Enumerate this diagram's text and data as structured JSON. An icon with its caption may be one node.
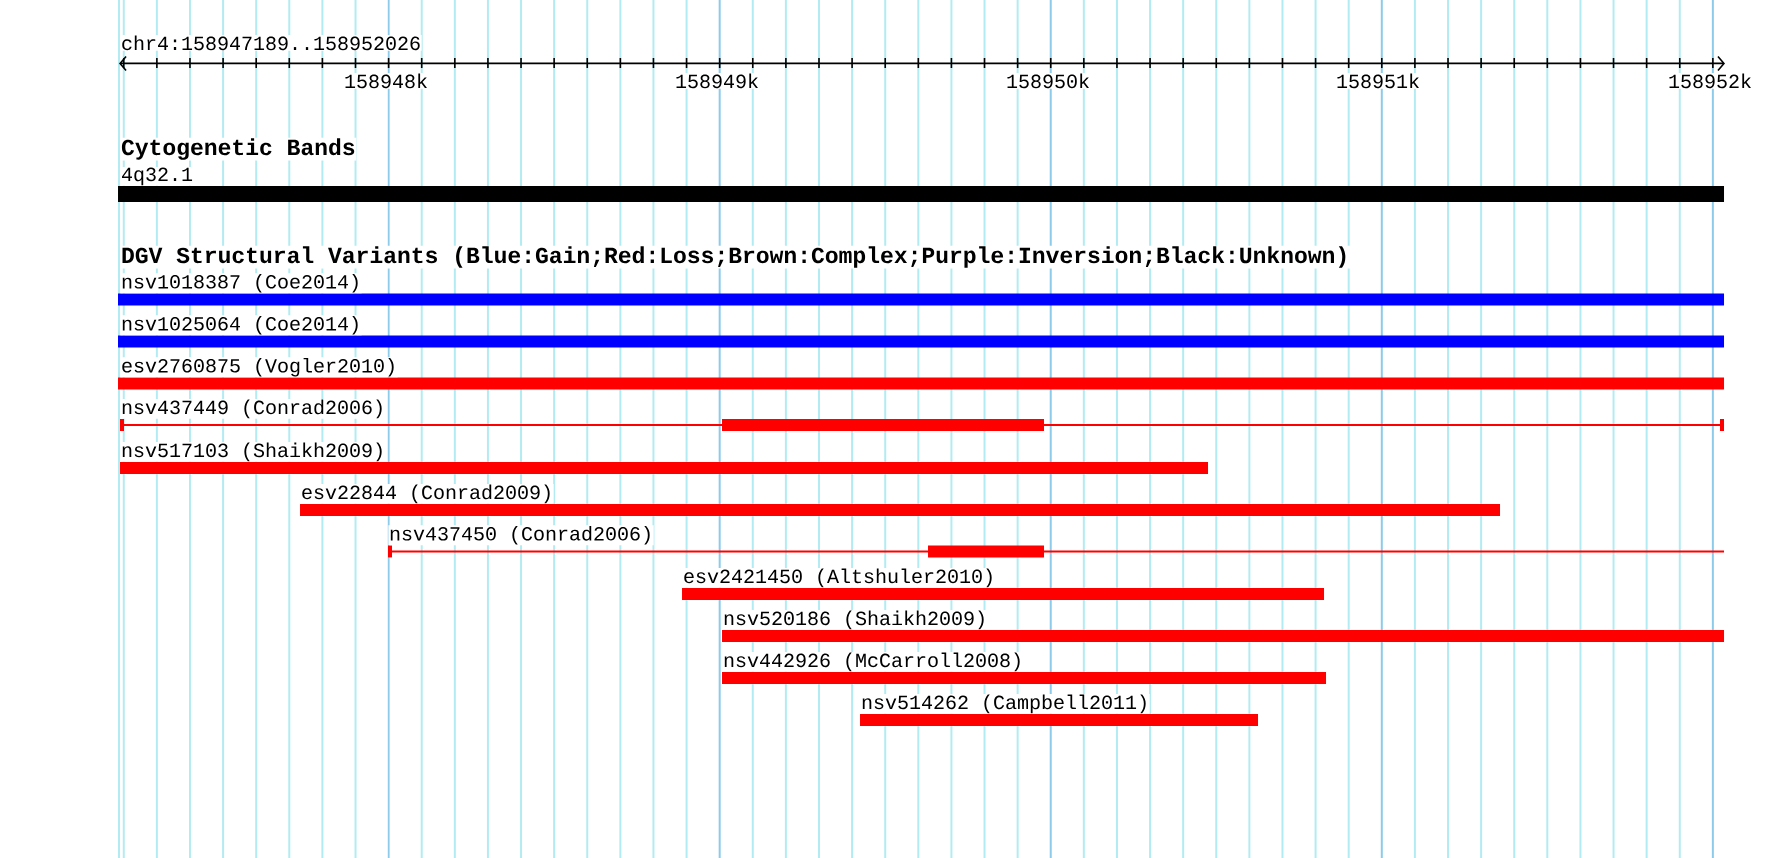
{
  "diagram": {
    "nodes": [
      {
        "text": [
          "Cytogenetic Bands",
          "4q32.1"
        ]
      },
      {
        "text": [
          "nsv1018387 (Coe2014)"
        ]
      },
      {
        "text": [
          "nsv1025064 (Coe2014)"
        ]
      },
      {
        "text": [
          "esv2760875 (Vogler2010)"
        ]
      },
      {
        "text": [
          "nsv437449 (Conrad2006)"
        ]
      },
      {
        "text": [
          "nsv517103 (Shaikh2009)"
        ]
      },
      {
        "text": [
          "esv22844 (Conrad2009)"
        ]
      },
      {
        "text": [
          "nsv437450 (Conrad2006)"
        ]
      },
      {
        "text": [
          "esv2421450 (Altshuler2010)"
        ]
      },
      {
        "text": [
          "nsv520186 (Shaikh2009)"
        ]
      },
      {
        "text": [
          "nsv442926 (McCarroll2008)"
        ]
      },
      {
        "text": [
          "nsv514262 (Campbell2011)"
        ]
      }
    ],
    "labels": [
      "chr4:158947189..158952026",
      "158948k",
      "158949k",
      "158950k",
      "158951k",
      "158952k",
      "DGV Structural Variants (Blue:Gain;Red:Loss;Brown:Complex;Purple:Inversion;Black:Unknown)"
    ]
  }
}
